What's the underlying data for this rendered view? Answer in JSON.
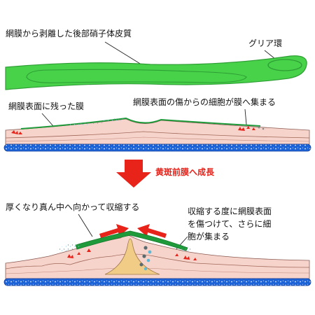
{
  "labels": {
    "vitreous_cortex": "網膜から剥離した後部硝子体皮質",
    "glial_ring": "グリア環",
    "residual_membrane": "網膜表面に残った膜",
    "cell_migration": "網膜表面の傷からの細胞が膜へ集まる",
    "growth": "黄斑前膜へ成長",
    "contraction": "厚くなり真ん中へ向かって収縮する",
    "damage_line1": "収縮する度に網膜表面",
    "damage_line2": "を傷つけて、さらに細",
    "damage_line3": "胞が集まる"
  },
  "colors": {
    "vitreous": "#47d24a",
    "vitreous_edge": "#2e9e34",
    "membrane": "#1f9a3a",
    "retina": "#f6d4cc",
    "retina_inner": "#e9b9a8",
    "choroid": "#1d63d8",
    "fovea": "#f1cc86",
    "arrow": "#e8231a",
    "cells": "#5fb9d6"
  }
}
